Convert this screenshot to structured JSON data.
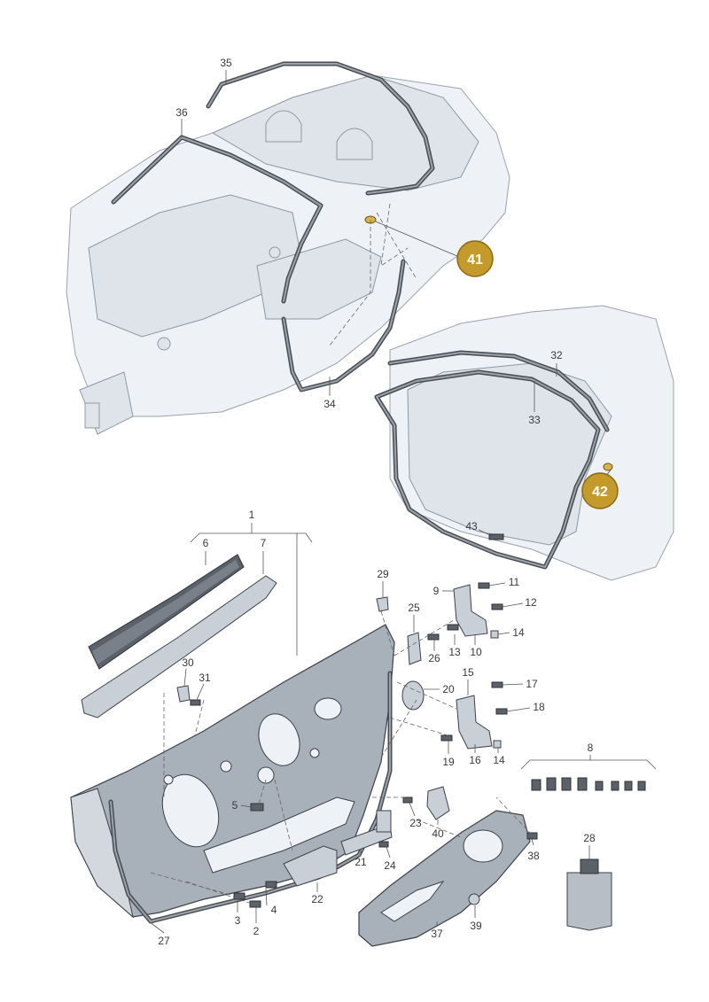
{
  "part_labels": [
    "1",
    "2",
    "3",
    "4",
    "5",
    "6",
    "7",
    "8",
    "9",
    "10",
    "11",
    "12",
    "13",
    "14",
    "15",
    "16",
    "17",
    "18",
    "19",
    "20",
    "21",
    "22",
    "23",
    "24",
    "25",
    "26",
    "27",
    "28",
    "29",
    "30",
    "31",
    "32",
    "33",
    "34",
    "35",
    "36",
    "37",
    "38",
    "39",
    "40",
    "43"
  ],
  "callouts": [
    "41",
    "42"
  ],
  "colors": {
    "callout_fill": "#c49b2a",
    "callout_stroke": "#8a6a12",
    "line": "#555555",
    "body_fill": "#eef1f5",
    "seal": "#4a4e54"
  }
}
